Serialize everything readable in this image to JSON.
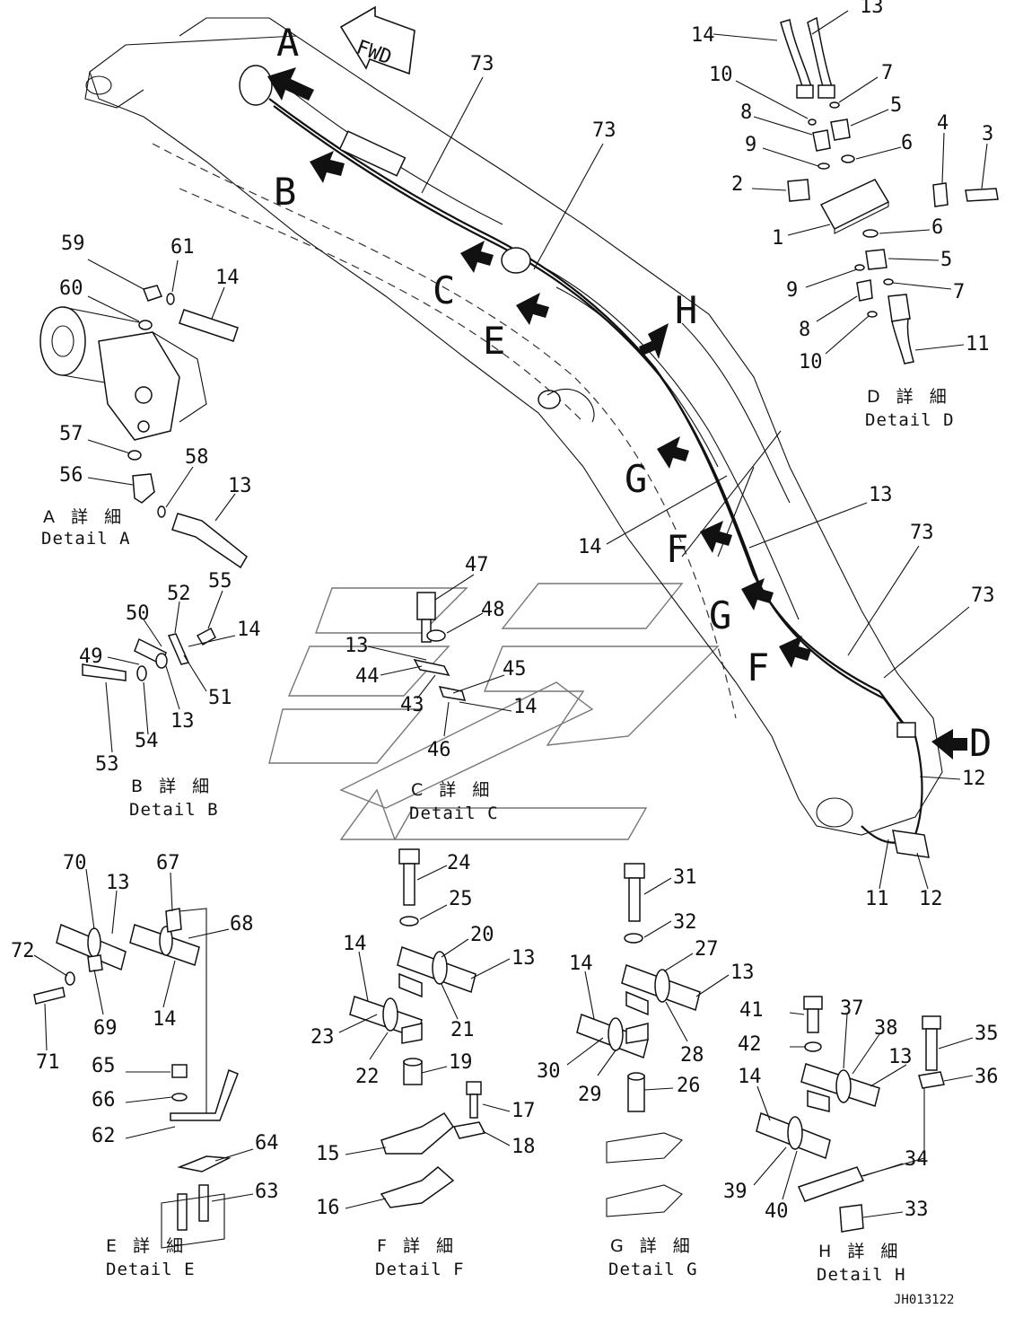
{
  "fwd_label": "FWD",
  "view_letters": {
    "A": "A",
    "B": "B",
    "C": "C",
    "D": "D",
    "E": "E",
    "F1": "F",
    "F2": "F",
    "G1": "G",
    "G2": "G",
    "H": "H"
  },
  "main_callouts": {
    "c73a": "73",
    "c73b": "73",
    "c73c": "73",
    "c73d": "73",
    "c13": "13",
    "c14": "14",
    "c12a": "12",
    "c12b": "12",
    "c11": "11"
  },
  "detail_a": {
    "jp": "A 詳 細",
    "en": "Detail A",
    "labels": {
      "n59": "59",
      "n61": "61",
      "n14": "14",
      "n60": "60",
      "n57": "57",
      "n58": "58",
      "n56": "56",
      "n13": "13"
    }
  },
  "detail_b": {
    "jp": "B 詳 細",
    "en": "Detail B",
    "labels": {
      "n52": "52",
      "n55": "55",
      "n50": "50",
      "n14": "14",
      "n49": "49",
      "n51": "51",
      "n13": "13",
      "n54": "54",
      "n53": "53"
    }
  },
  "detail_c": {
    "jp": "C 詳 細",
    "en": "Detail C",
    "labels": {
      "n47": "47",
      "n48": "48",
      "n13": "13",
      "n44": "44",
      "n45": "45",
      "n43": "43",
      "n14": "14",
      "n46": "46"
    }
  },
  "detail_d": {
    "jp": "D 詳 細",
    "en": "Detail D",
    "labels": {
      "n14": "14",
      "n13": "13",
      "n10a": "10",
      "n7a": "7",
      "n8a": "8",
      "n5a": "5",
      "n4": "4",
      "n3": "3",
      "n9a": "9",
      "n6a": "6",
      "n2": "2",
      "n1": "1",
      "n6b": "6",
      "n5b": "5",
      "n9b": "9",
      "n7b": "7",
      "n8b": "8",
      "n11": "11",
      "n10b": "10"
    }
  },
  "detail_e": {
    "jp": "E 詳 細",
    "en": "Detail E",
    "labels": {
      "n70": "70",
      "n13": "13",
      "n67": "67",
      "n68": "68",
      "n72": "72",
      "n69": "69",
      "n14": "14",
      "n71": "71",
      "n65": "65",
      "n66": "66",
      "n62": "62",
      "n64": "64",
      "n63": "63"
    }
  },
  "detail_f": {
    "jp": "F 詳 細",
    "en": "Detail F",
    "labels": {
      "n24": "24",
      "n25": "25",
      "n14": "14",
      "n20": "20",
      "n13": "13",
      "n21": "21",
      "n23": "23",
      "n22": "22",
      "n19": "19",
      "n17": "17",
      "n18": "18",
      "n15": "15",
      "n16": "16"
    }
  },
  "detail_g": {
    "jp": "G 詳 細",
    "en": "Detail G",
    "labels": {
      "n31": "31",
      "n32": "32",
      "n27": "27",
      "n14": "14",
      "n13": "13",
      "n28": "28",
      "n30": "30",
      "n29": "29",
      "n26": "26"
    }
  },
  "detail_h": {
    "jp": "H 詳 細",
    "en": "Detail H",
    "labels": {
      "n41": "41",
      "n37": "37",
      "n38": "38",
      "n42": "42",
      "n35": "35",
      "n13": "13",
      "n36": "36",
      "n14": "14",
      "n34": "34",
      "n39": "39",
      "n40": "40",
      "n33": "33"
    }
  },
  "drawing_code": "JH013122"
}
